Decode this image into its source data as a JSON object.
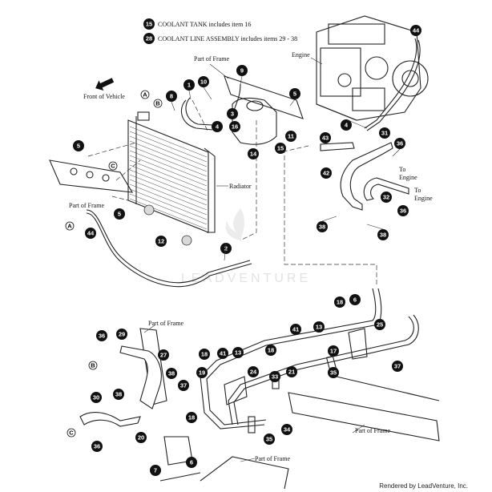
{
  "legend": [
    {
      "num": "15",
      "text": "COOLANT TANK includes item 16"
    },
    {
      "num": "28",
      "text": "COOLANT LINE ASSEMBLY includes items 29 - 38"
    }
  ],
  "labels": {
    "engine": "Engine",
    "part_of_frame": "Part of Frame",
    "front_of_vehicle": "Front of Vehicle",
    "radiator": "Radiator",
    "to_engine": "To Engine"
  },
  "letter_callouts": [
    "A",
    "B",
    "C"
  ],
  "watermark": "LEADVENTURE",
  "credit": "Rendered by LeadVenture, Inc.",
  "callouts": {
    "c15": "15",
    "c28": "28",
    "c1": "1",
    "c2": "2",
    "c3": "3",
    "c4a": "4",
    "c4b": "4",
    "c5a": "5",
    "c5b": "5",
    "c5c": "5",
    "c6a": "6",
    "c6b": "6",
    "c7": "7",
    "c8": "8",
    "c9": "9",
    "c10": "10",
    "c11": "11",
    "c12": "12",
    "c13a": "13",
    "c13b": "13",
    "c14": "14",
    "c15b": "15",
    "c16": "16",
    "c17": "17",
    "c18a": "18",
    "c18b": "18",
    "c18c": "18",
    "c18d": "18",
    "c19": "19",
    "c20": "20",
    "c21": "21",
    "c24": "24",
    "c25": "25",
    "c27": "27",
    "c29": "29",
    "c30": "30",
    "c31": "31",
    "c32": "32",
    "c33": "33",
    "c34": "34",
    "c35a": "35",
    "c35b": "35",
    "c36a": "36",
    "c36b": "36",
    "c36c": "36",
    "c36d": "36",
    "c37a": "37",
    "c37b": "37",
    "c38a": "38",
    "c38b": "38",
    "c38c": "38",
    "c38d": "38",
    "c41a": "41",
    "c41b": "41",
    "c42": "42",
    "c43": "43",
    "c44a": "44",
    "c44b": "44"
  }
}
